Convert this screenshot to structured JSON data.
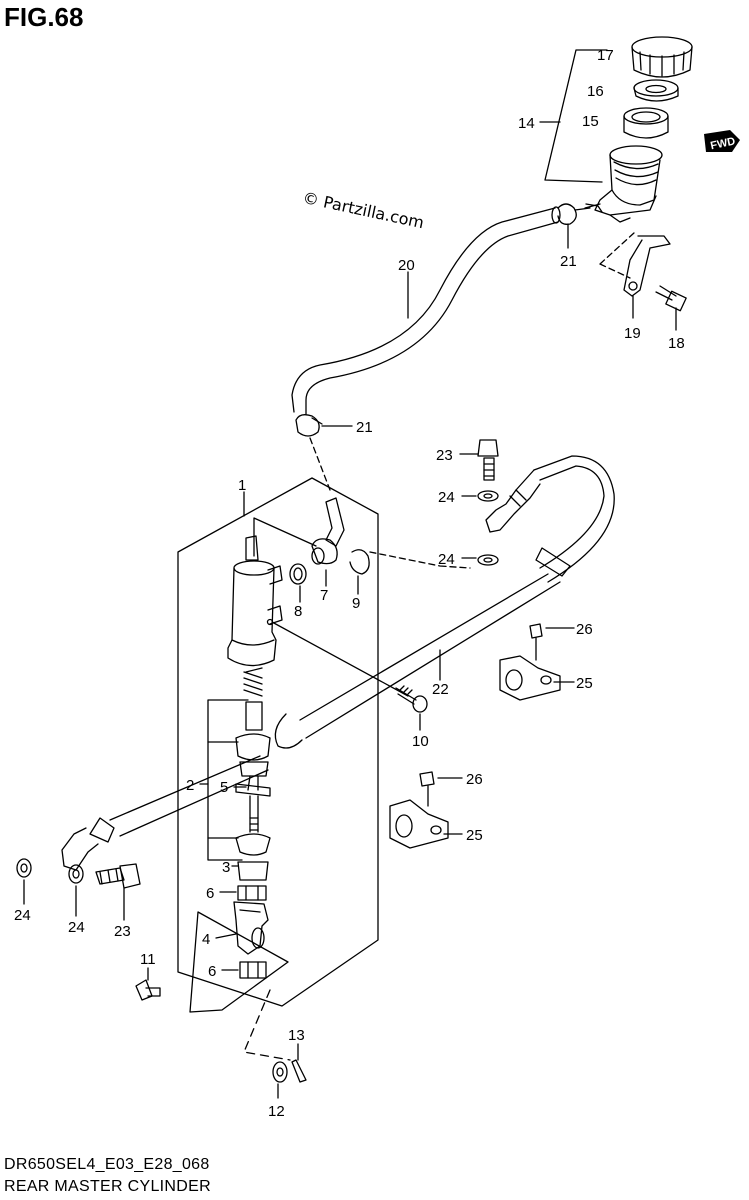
{
  "figure": {
    "title": "FIG.68",
    "watermark": "© Partzilla.com",
    "direction_badge": "FWD",
    "code": "DR650SEL4_E03_E28_068",
    "caption": "REAR MASTER CYLINDER"
  },
  "part_numbers": [
    {
      "id": "p1",
      "text": "1"
    },
    {
      "id": "p2",
      "text": "2"
    },
    {
      "id": "p3",
      "text": "3"
    },
    {
      "id": "p4",
      "text": "4"
    },
    {
      "id": "p5",
      "text": "5"
    },
    {
      "id": "p6a",
      "text": "6"
    },
    {
      "id": "p6b",
      "text": "6"
    },
    {
      "id": "p7",
      "text": "7"
    },
    {
      "id": "p8",
      "text": "8"
    },
    {
      "id": "p9",
      "text": "9"
    },
    {
      "id": "p10",
      "text": "10"
    },
    {
      "id": "p11",
      "text": "11"
    },
    {
      "id": "p12",
      "text": "12"
    },
    {
      "id": "p13",
      "text": "13"
    },
    {
      "id": "p14",
      "text": "14"
    },
    {
      "id": "p15",
      "text": "15"
    },
    {
      "id": "p16",
      "text": "16"
    },
    {
      "id": "p17",
      "text": "17"
    },
    {
      "id": "p18",
      "text": "18"
    },
    {
      "id": "p19",
      "text": "19"
    },
    {
      "id": "p20",
      "text": "20"
    },
    {
      "id": "p21a",
      "text": "21"
    },
    {
      "id": "p21b",
      "text": "21"
    },
    {
      "id": "p22",
      "text": "22"
    },
    {
      "id": "p23a",
      "text": "23"
    },
    {
      "id": "p23b",
      "text": "23"
    },
    {
      "id": "p24a",
      "text": "24"
    },
    {
      "id": "p24b",
      "text": "24"
    },
    {
      "id": "p24c",
      "text": "24"
    },
    {
      "id": "p24d",
      "text": "24"
    },
    {
      "id": "p25a",
      "text": "25"
    },
    {
      "id": "p25b",
      "text": "25"
    },
    {
      "id": "p26a",
      "text": "26"
    },
    {
      "id": "p26b",
      "text": "26"
    }
  ]
}
